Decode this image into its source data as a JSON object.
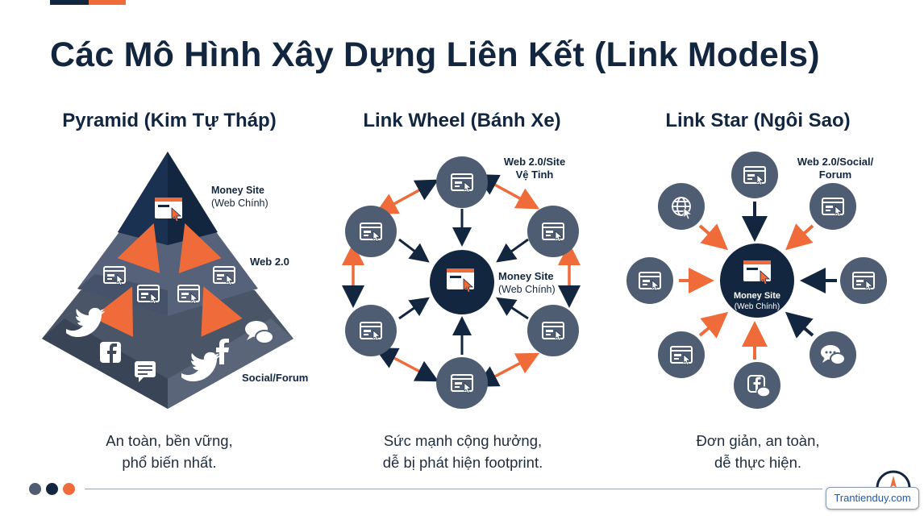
{
  "title": "Các Mô Hình Xây Dựng Liên Kết (Link Models)",
  "columns": {
    "pyramid": {
      "heading": "Pyramid (Kim Tự Tháp)",
      "money_site": "Money Site",
      "money_site_sub": "(Web Chính)",
      "web20": "Web 2.0",
      "social": "Social/Forum",
      "caption_line1": "An toàn, bền vững,",
      "caption_line2": "phổ biến nhất."
    },
    "wheel": {
      "heading": "Link Wheel (Bánh Xe)",
      "satellite_line1": "Web 2.0/Site",
      "satellite_line2": "Vệ Tinh",
      "money_site": "Money Site",
      "money_site_sub": "(Web Chính)",
      "caption_line1": "Sức mạnh cộng hưởng,",
      "caption_line2": "dễ bị phát hiện footprint."
    },
    "star": {
      "heading": "Link Star (Ngôi Sao)",
      "satellite_line1": "Web 2.0/Social/",
      "satellite_line2": "Forum",
      "money_site": "Money Site",
      "money_site_sub": "(Web Chính)",
      "caption_line1": "Đơn giản, an toàn,",
      "caption_line2": "dễ thực hiện."
    }
  },
  "footer": {
    "badge": "Trantienduy.com"
  },
  "colors": {
    "navy": "#12263f",
    "slate": "#4f5d73",
    "accent": "#ef6c3a",
    "light_icon": "#ffffff"
  },
  "icons": [
    "browser-icon",
    "cursor-icon",
    "twitter-icon",
    "facebook-icon",
    "chat-icon",
    "globe-icon",
    "compass-icon"
  ]
}
